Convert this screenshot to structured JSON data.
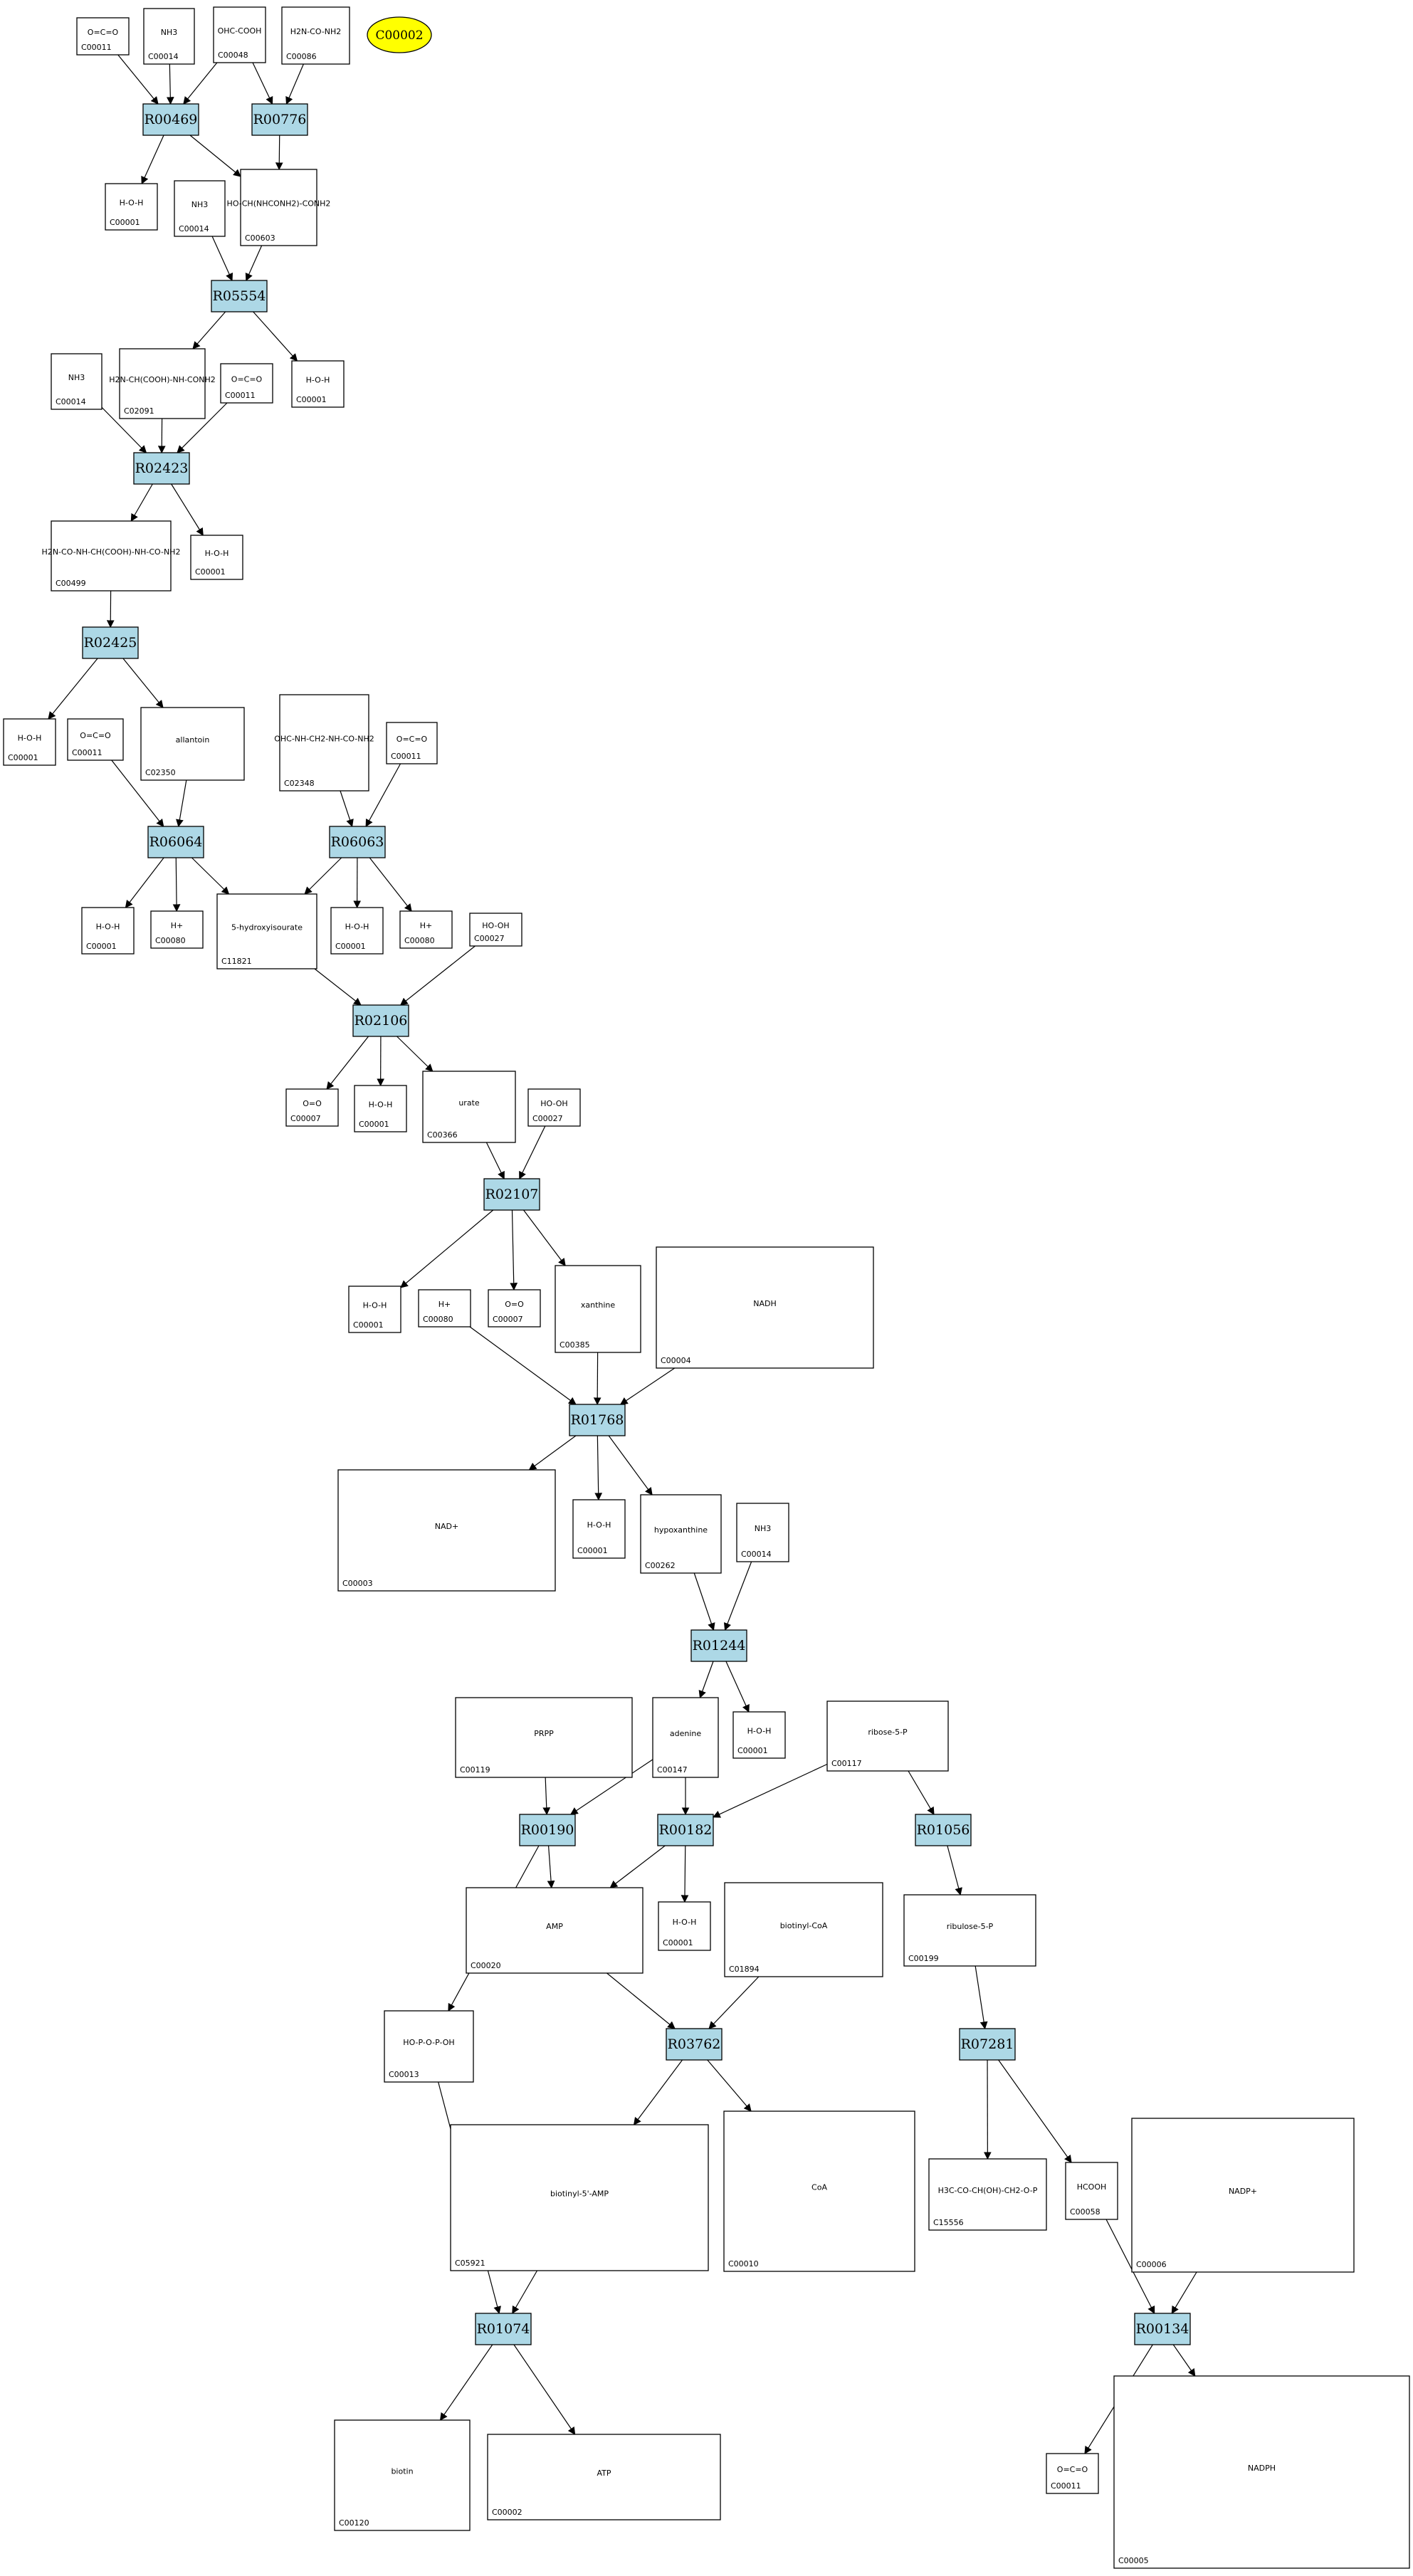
{
  "start_node": {
    "label": "C00002"
  },
  "reactions": [
    {
      "id": "R00469"
    },
    {
      "id": "R00776"
    },
    {
      "id": "R05554"
    },
    {
      "id": "R02423"
    },
    {
      "id": "R02425"
    },
    {
      "id": "R06064"
    },
    {
      "id": "R06063"
    },
    {
      "id": "R02106"
    },
    {
      "id": "R02107"
    },
    {
      "id": "R01768"
    },
    {
      "id": "R01244"
    },
    {
      "id": "R00190"
    },
    {
      "id": "R00182"
    },
    {
      "id": "R01056"
    },
    {
      "id": "R03762"
    },
    {
      "id": "R07281"
    },
    {
      "id": "R01074"
    },
    {
      "id": "R00134"
    }
  ],
  "compounds": [
    {
      "key": "c1",
      "id": "C00011",
      "formula": "O=C=O"
    },
    {
      "key": "c2",
      "id": "C00014",
      "formula": "NH3"
    },
    {
      "key": "c3",
      "id": "C00048",
      "formula": "OHC-COOH"
    },
    {
      "key": "c4",
      "id": "C00086",
      "formula": "H2N-CO-NH2"
    },
    {
      "key": "c5",
      "id": "C00001",
      "formula": "H-O-H"
    },
    {
      "key": "c6",
      "id": "C00603",
      "formula": "HO-CH(NHCONH2)-CONH2"
    },
    {
      "key": "c7",
      "id": "C00014",
      "formula": "NH3"
    },
    {
      "key": "c8",
      "id": "C00014",
      "formula": "NH3"
    },
    {
      "key": "c9",
      "id": "C02091",
      "formula": "H2N-CH(COOH)-NH-CONH2"
    },
    {
      "key": "c10",
      "id": "C00011",
      "formula": "O=C=O"
    },
    {
      "key": "c11",
      "id": "C00001",
      "formula": "H-O-H"
    },
    {
      "key": "c12",
      "id": "C00499",
      "formula": "H2N-CO-NH-CH(COOH)-NH-CO-NH2"
    },
    {
      "key": "c13",
      "id": "C00001",
      "formula": "H-O-H"
    },
    {
      "key": "c14",
      "id": "C00001",
      "formula": "H-O-H"
    },
    {
      "key": "c15",
      "id": "C00011",
      "formula": "O=C=O"
    },
    {
      "key": "c16",
      "id": "C02350",
      "formula": "allantoin"
    },
    {
      "key": "c17",
      "id": "C02348",
      "formula": "OHC-NH-CH2-NH-CO-NH2"
    },
    {
      "key": "c18",
      "id": "C00011",
      "formula": "O=C=O"
    },
    {
      "key": "c19",
      "id": "C00001",
      "formula": "H-O-H"
    },
    {
      "key": "c20",
      "id": "C00080",
      "formula": "H+"
    },
    {
      "key": "c21",
      "id": "C11821",
      "formula": "5-hydroxyisourate"
    },
    {
      "key": "c22",
      "id": "C00001",
      "formula": "H-O-H"
    },
    {
      "key": "c23",
      "id": "C00080",
      "formula": "H+"
    },
    {
      "key": "c24",
      "id": "C00027",
      "formula": "HO-OH"
    },
    {
      "key": "c25",
      "id": "C00007",
      "formula": "O=O"
    },
    {
      "key": "c26",
      "id": "C00001",
      "formula": "H-O-H"
    },
    {
      "key": "c27",
      "id": "C00366",
      "formula": "urate"
    },
    {
      "key": "c28",
      "id": "C00027",
      "formula": "HO-OH"
    },
    {
      "key": "c29",
      "id": "C00001",
      "formula": "H-O-H"
    },
    {
      "key": "c30",
      "id": "C00080",
      "formula": "H+"
    },
    {
      "key": "c31",
      "id": "C00007",
      "formula": "O=O"
    },
    {
      "key": "c32",
      "id": "C00385",
      "formula": "xanthine"
    },
    {
      "key": "c33",
      "id": "C00004",
      "formula": "NADH"
    },
    {
      "key": "c34",
      "id": "C00003",
      "formula": "NAD+"
    },
    {
      "key": "c35",
      "id": "C00001",
      "formula": "H-O-H"
    },
    {
      "key": "c36",
      "id": "C00262",
      "formula": "hypoxanthine"
    },
    {
      "key": "c37",
      "id": "C00014",
      "formula": "NH3"
    },
    {
      "key": "c38",
      "id": "C00001",
      "formula": "H-O-H"
    },
    {
      "key": "c39",
      "id": "C00119",
      "formula": "PRPP"
    },
    {
      "key": "c40",
      "id": "C00147",
      "formula": "adenine"
    },
    {
      "key": "c41",
      "id": "C00117",
      "formula": "ribose-5-P"
    },
    {
      "key": "c42",
      "id": "C00020",
      "formula": "AMP"
    },
    {
      "key": "c43",
      "id": "C00001",
      "formula": "H-O-H"
    },
    {
      "key": "c44",
      "id": "C01894",
      "formula": "biotinyl-CoA"
    },
    {
      "key": "c45",
      "id": "C00199",
      "formula": "ribulose-5-P"
    },
    {
      "key": "c46",
      "id": "C00013",
      "formula": "HO-P-O-P-OH"
    },
    {
      "key": "c47",
      "id": "C05921",
      "formula": "biotinyl-5'-AMP"
    },
    {
      "key": "c48",
      "id": "C00010",
      "formula": "CoA"
    },
    {
      "key": "c49",
      "id": "C15556",
      "formula": "H3C-CO-CH(OH)-CH2-O-P"
    },
    {
      "key": "c50",
      "id": "C00058",
      "formula": "HCOOH"
    },
    {
      "key": "c51",
      "id": "C00006",
      "formula": "NADP+"
    },
    {
      "key": "c52",
      "id": "C00120",
      "formula": "biotin"
    },
    {
      "key": "c53",
      "id": "C00002",
      "formula": "ATP"
    },
    {
      "key": "c54",
      "id": "C00011",
      "formula": "O=C=O"
    },
    {
      "key": "c55",
      "id": "C00005",
      "formula": "NADPH"
    }
  ]
}
